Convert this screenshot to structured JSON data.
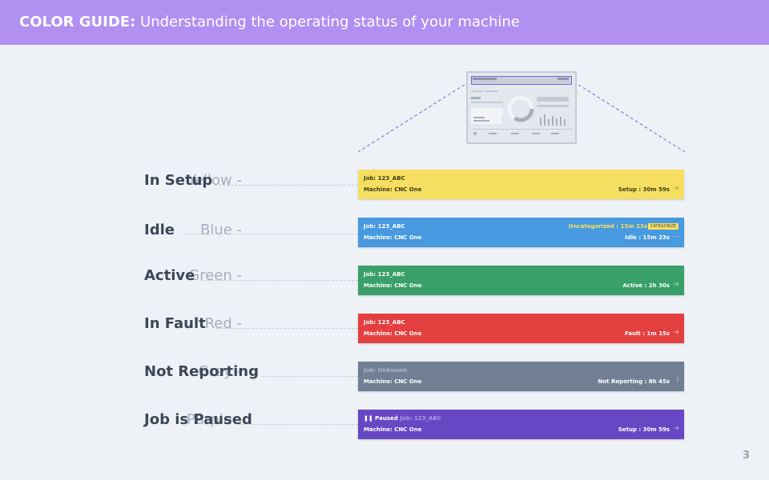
{
  "header": {
    "title_bold": "COLOR GUIDE:",
    "title_rest": "Understanding the operating status of your machine"
  },
  "page_number": "3",
  "colors": {
    "header": "#b190f2",
    "yellow": "#f6df60",
    "blue": "#4799e0",
    "green": "#3aa069",
    "red": "#e43f3f",
    "grey": "#717f95",
    "purple": "#6847c5"
  },
  "guide": [
    {
      "color": "Yellow -",
      "status": "In Setup"
    },
    {
      "color": "Blue -",
      "status": "Idle"
    },
    {
      "color": "Green -",
      "status": "Active"
    },
    {
      "color": "Red -",
      "status": "In Fault"
    },
    {
      "color": "Grey -",
      "status": "Not Reporting"
    },
    {
      "color": "Purple -",
      "status": "Job is Paused"
    }
  ],
  "bars": [
    {
      "job": "Job: 123_ABC",
      "machine": "Machine: CNC One",
      "status": "Setup : 30m 59s",
      "icon": "arrow-icon"
    },
    {
      "job": "Job: 123_ABC",
      "machine": "Machine: CNC One",
      "status": "Idle : 15m 23s",
      "icon": "dash-icon",
      "uncategorized": "Uncategorized : 15m 23s",
      "tag": "CATEGORIZE"
    },
    {
      "job": "Job: 123_ABC",
      "machine": "Machine: CNC One",
      "status": "Active : 2h 30s",
      "icon": "arrow-icon"
    },
    {
      "job": "Job: 123_ABC",
      "machine": "Machine: CNC One",
      "status": "Fault : 1m 15s",
      "icon": "arrow-icon"
    },
    {
      "job": "Job: Unknown",
      "machine": "Machine: CNC One",
      "status": "Not Reporting : 8h 45s",
      "icon": "question-icon"
    },
    {
      "paused": "Paused",
      "job": "Job: 123_ABC",
      "machine": "Machine: CNC One",
      "status": "Setup : 30m 59s",
      "icon": "arrow-icon"
    }
  ]
}
